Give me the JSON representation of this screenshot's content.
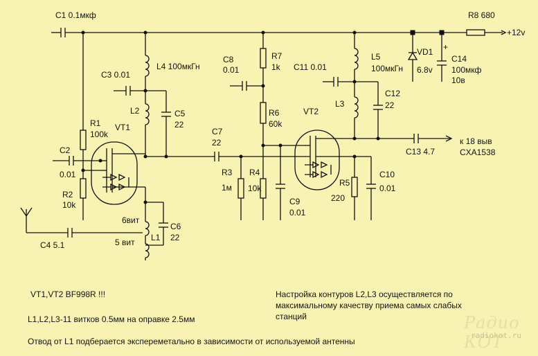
{
  "components": {
    "c1": "C1 0.1мкф",
    "r8": "R8 680",
    "supply": "+12v",
    "l4": "L4 100мкГн",
    "c3": "C3 0.01",
    "c8": "C8",
    "c8_val": "0.01",
    "r7": "R7",
    "r7_val": "1k",
    "c11": "C11 0.01",
    "l5": "L5",
    "l5_val": "100мкГн",
    "vd1": "VD1",
    "vd1_val": "6.8v",
    "c14": "C14",
    "c14_val": "100мкф",
    "c14_val2": "10в",
    "plus": "+",
    "l2": "L2",
    "c5": "C5",
    "c5_val": "22",
    "c12": "C12",
    "c12_val": "22",
    "l3": "L3",
    "r1": "R1",
    "r1_val": "100k",
    "vt1": "VT1",
    "r6": "R6",
    "r6_val": "60k",
    "vt2": "VT2",
    "c7": "C7",
    "c7_val": "22",
    "c2": "C2",
    "c2_val": "0.01",
    "c13": "C13 4.7",
    "out1": "к 18 выв",
    "out2": "CXA1538",
    "r3": "R3",
    "r3_val": "1м",
    "r4": "R4",
    "r4_val": "10k",
    "c10": "C10",
    "c10_val": "0.01",
    "r2": "R2",
    "r2_val": "10k",
    "r5": "R5",
    "r5_val": "220",
    "c9": "C9",
    "c9_val": "0.01",
    "turns6": "6вит",
    "c6": "C6",
    "c6_val": "22",
    "c4": "C4  5.1",
    "turns5": "5 вит",
    "l1": "L1"
  },
  "notes": {
    "transistors": "VT1,VT2  BF998R !!!",
    "coils": "L1,L2,L3-11 витков 0.5мм на оправке 2.5мм",
    "tap": "Отвод от L1 подберается экспереметально в зависимости от используемой антенны",
    "tuning1": "Настройка контуров L2,L3 осуществляется по",
    "tuning2": "максимальному качеству приема самых слабых",
    "tuning3": "станций"
  },
  "watermark": {
    "logo": "Радио КОТ",
    "site": "radiokot.ru"
  },
  "colors": {
    "background": "#f9f3b3",
    "ink": "#111111"
  }
}
